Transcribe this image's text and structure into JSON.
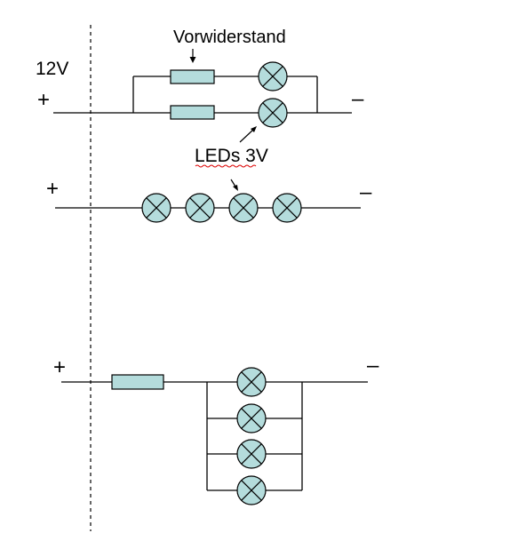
{
  "diagram": {
    "voltage_label": "12V",
    "resistor_label": "Vorwiderstand",
    "led_label": "LEDs 3V",
    "plus_symbol": "+",
    "minus_symbol": "–",
    "colors": {
      "component_fill": "#b4dcdc",
      "line": "#000000",
      "spellcheck_underline": "#dd0000"
    },
    "circuits": [
      {
        "id": "circuit-1",
        "description_hidden": true,
        "branches": 2,
        "leds_per_branch": 1,
        "resistor_per_branch": true
      },
      {
        "id": "circuit-2",
        "leds_in_series": 4,
        "resistor": false
      },
      {
        "id": "circuit-3",
        "series_resistor": true,
        "parallel_leds": 4
      }
    ]
  }
}
